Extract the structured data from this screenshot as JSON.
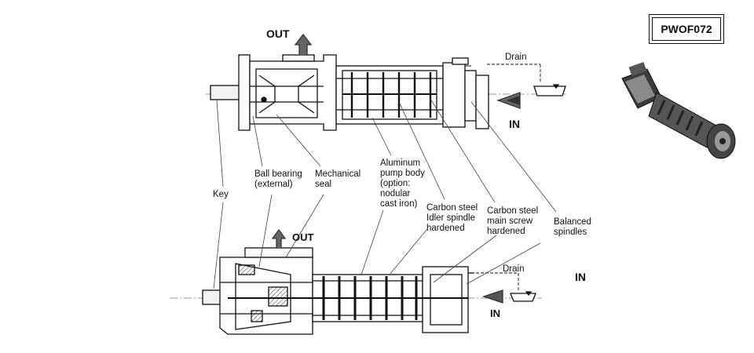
{
  "model_code": "PWOF072",
  "flow": {
    "out_label": "OUT",
    "in_label": "IN",
    "drain_label": "Drain"
  },
  "callouts": {
    "key": "Key",
    "ball_bearing": [
      "Ball bearing",
      "(external)"
    ],
    "mechanical_seal": [
      "Mechanical",
      "seal"
    ],
    "pump_body": [
      "Aluminum",
      "pump body",
      "(option:",
      "nodular",
      "cast iron)"
    ],
    "idler_spindle": [
      "Carbon steel",
      "Idler spindle",
      "hardened"
    ],
    "main_screw": [
      "Carbon steel",
      "main screw",
      "hardened"
    ],
    "balanced_spindles": [
      "Balanced",
      "spindles"
    ]
  }
}
